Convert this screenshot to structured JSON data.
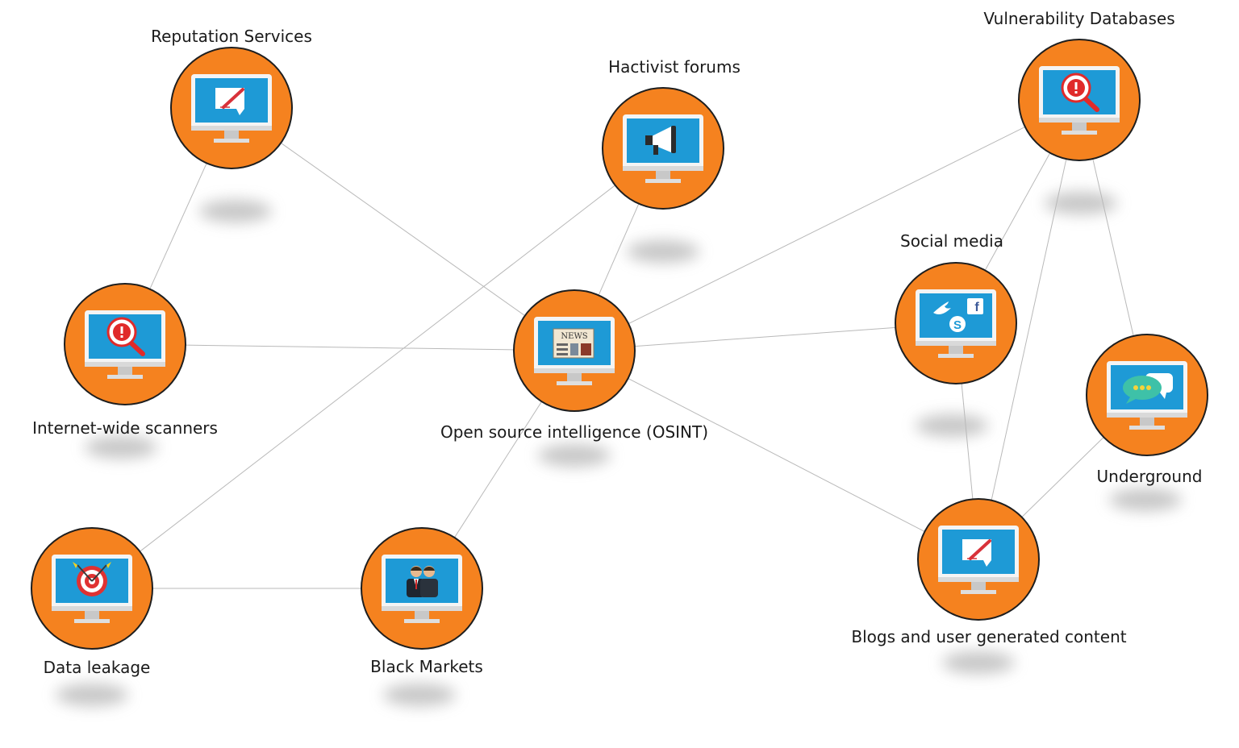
{
  "colors": {
    "circle_fill": "#f5821f",
    "circle_stroke": "#1e1e1e",
    "screen": "#1e9ad6",
    "monitor_frame": "#f4f4f4",
    "monitor_stand": "#c8c8c8",
    "edge": "#b9b9b9",
    "label_text": "#1a1a1a"
  },
  "nodes": [
    {
      "id": "reputation",
      "label": "Reputation Services",
      "icon": "edit-document-icon"
    },
    {
      "id": "hactivist",
      "label": "Hactivist forums",
      "icon": "megaphone-icon"
    },
    {
      "id": "vulndb",
      "label": "Vulnerability Databases",
      "icon": "alert-magnifier-icon"
    },
    {
      "id": "scanners",
      "label": "Internet-wide scanners",
      "icon": "alert-magnifier-icon"
    },
    {
      "id": "osint",
      "label": "Open source intelligence (OSINT)",
      "icon": "newspaper-icon"
    },
    {
      "id": "social",
      "label": "Social media",
      "icon": "social-logos-icon"
    },
    {
      "id": "underground",
      "label": "Underground",
      "icon": "chat-bubbles-icon"
    },
    {
      "id": "leakage",
      "label": "Data leakage",
      "icon": "target-icon"
    },
    {
      "id": "blackmarkets",
      "label": "Black Markets",
      "icon": "businessmen-icon"
    },
    {
      "id": "blogs",
      "label": "Blogs and user generated content",
      "icon": "edit-document-icon"
    }
  ],
  "edges": [
    [
      "reputation",
      "scanners"
    ],
    [
      "reputation",
      "osint"
    ],
    [
      "hactivist",
      "osint"
    ],
    [
      "hactivist",
      "leakage"
    ],
    [
      "vulndb",
      "osint"
    ],
    [
      "vulndb",
      "social"
    ],
    [
      "vulndb",
      "blogs"
    ],
    [
      "vulndb",
      "underground"
    ],
    [
      "scanners",
      "osint"
    ],
    [
      "osint",
      "social"
    ],
    [
      "osint",
      "blogs"
    ],
    [
      "osint",
      "blackmarkets"
    ],
    [
      "social",
      "blogs"
    ],
    [
      "underground",
      "blogs"
    ],
    [
      "leakage",
      "blackmarkets"
    ]
  ],
  "icon_text": {
    "news": "NEWS"
  }
}
